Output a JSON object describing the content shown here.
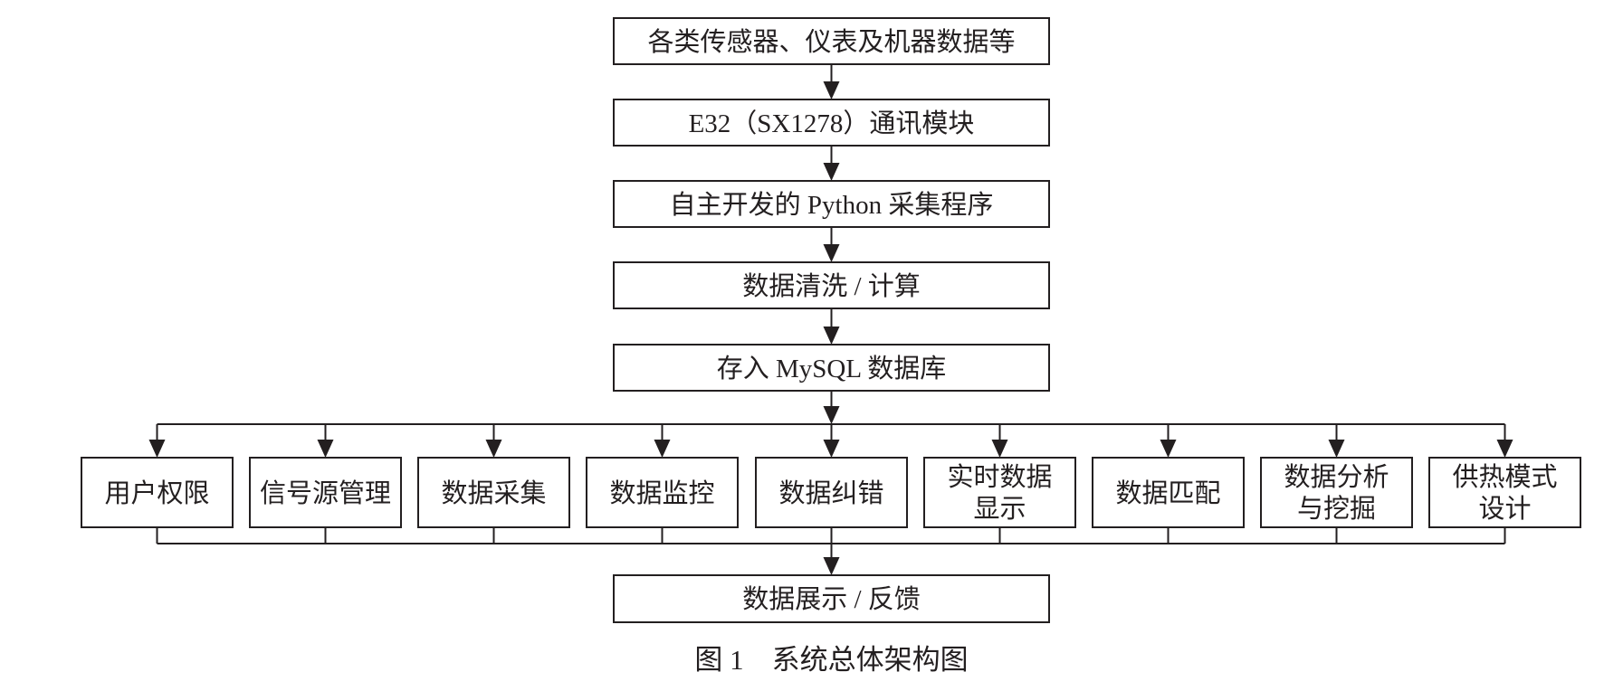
{
  "pipeline": [
    {
      "label": "各类传感器、仪表及机器数据等"
    },
    {
      "label": "E32（SX1278）通讯模块"
    },
    {
      "label": "自主开发的 Python 采集程序"
    },
    {
      "label": "数据清洗 / 计算"
    },
    {
      "label": "存入 MySQL 数据库"
    }
  ],
  "modules": [
    {
      "lines": [
        "用户权限"
      ]
    },
    {
      "lines": [
        "信号源管理"
      ]
    },
    {
      "lines": [
        "数据采集"
      ]
    },
    {
      "lines": [
        "数据监控"
      ]
    },
    {
      "lines": [
        "数据纠错"
      ]
    },
    {
      "lines": [
        "实时数据",
        "显示"
      ]
    },
    {
      "lines": [
        "数据匹配"
      ]
    },
    {
      "lines": [
        "数据分析",
        "与挖掘"
      ]
    },
    {
      "lines": [
        "供热模式",
        "设计"
      ]
    }
  ],
  "output": {
    "label": "数据展示 / 反馈"
  },
  "figure": {
    "caption": "图 1　系统总体架构图"
  }
}
